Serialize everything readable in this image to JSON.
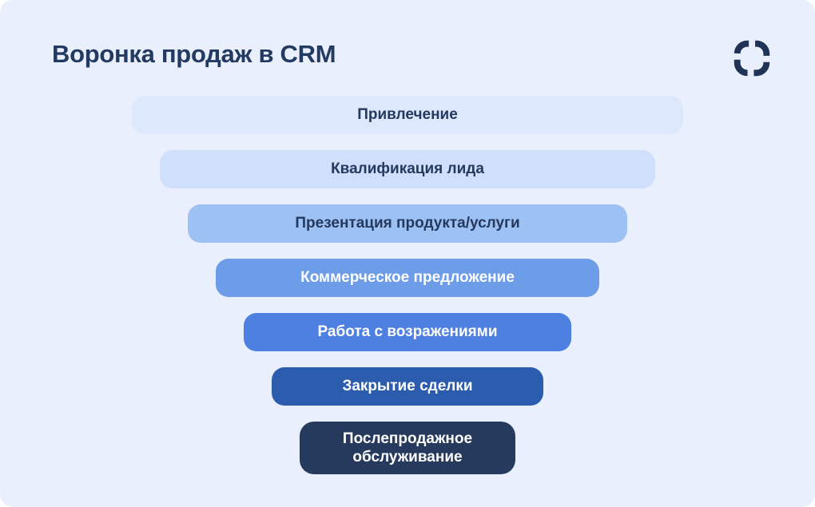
{
  "page": {
    "title": "Воронка продаж в CRM",
    "title_color": "#233a63",
    "background_color": "#e9effc"
  },
  "logo": {
    "name": "crm-logo-mark",
    "color": "#1e3356"
  },
  "funnel": {
    "stages": [
      {
        "label": "Привлечение",
        "bg": "#dee8fc",
        "text_color": "#24395f"
      },
      {
        "label": "Квалификация лида",
        "bg": "#cfdffc",
        "text_color": "#24395f"
      },
      {
        "label": "Презентация продукта/услуги",
        "bg": "#9dc1f2",
        "text_color": "#24395f"
      },
      {
        "label": "Коммерческое предложение",
        "bg": "#6d9ce9",
        "text_color": "#ffffff"
      },
      {
        "label": "Работа с возражениями",
        "bg": "#4e80e1",
        "text_color": "#ffffff"
      },
      {
        "label": "Закрытие сделки",
        "bg": "#2b5cad",
        "text_color": "#ffffff"
      },
      {
        "label": "Послепродажное обслуживание",
        "bg": "#263a5e",
        "text_color": "#ffffff"
      }
    ]
  }
}
